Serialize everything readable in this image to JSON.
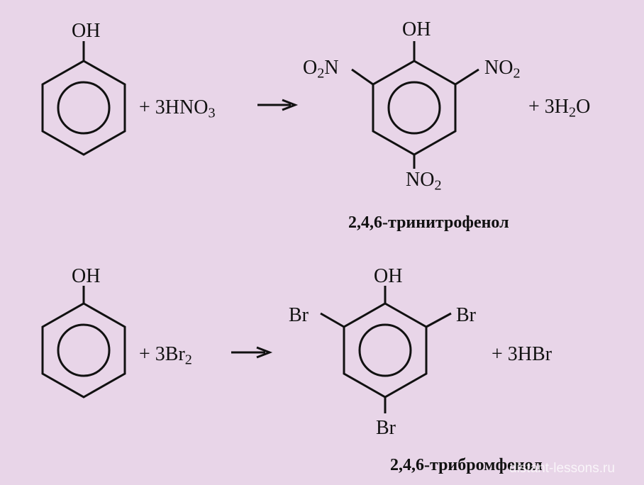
{
  "reaction1": {
    "reactant_oh": "OH",
    "plus_coef": "+ 3HNO",
    "plus_sub": "3",
    "product_oh": "OH",
    "sub_left_o": "O",
    "sub_left_2": "2",
    "sub_left_n": "N",
    "sub_right_main": "NO",
    "sub_right_2": "2",
    "sub_bottom_main": "NO",
    "sub_bottom_2": "2",
    "side_product_main": "+ 3H",
    "side_product_2": "2",
    "side_product_tail": "O",
    "caption": "2,4,6-тринитрофенол"
  },
  "reaction2": {
    "reactant_oh": "OH",
    "plus_coef": "+ 3Br",
    "plus_sub": "2",
    "product_oh": "OH",
    "sub_left": "Br",
    "sub_right": "Br",
    "sub_bottom": "Br",
    "side_product": "+ 3HBr",
    "caption": "2,4,6-трибромфенол"
  },
  "watermark": "distant-lessons.ru"
}
